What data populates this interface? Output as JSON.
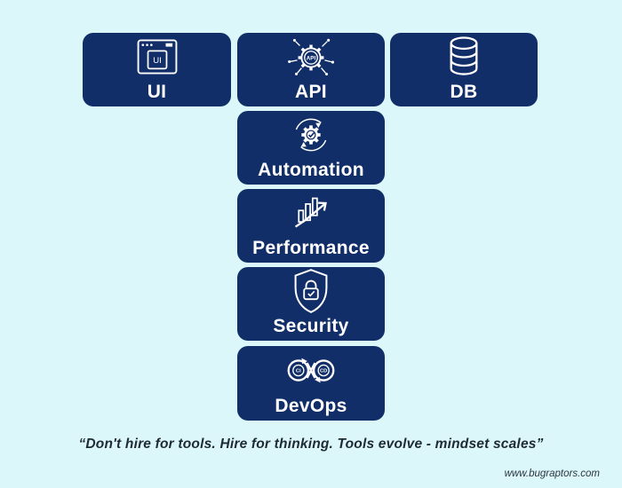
{
  "canvas": {
    "background_color": "#dcf7fa",
    "box_color": "#112e68",
    "label_color": "#ffffff"
  },
  "nodes": [
    {
      "label": "UI",
      "icon": "browser-window-icon"
    },
    {
      "label": "API",
      "icon": "api-gear-circuit-icon"
    },
    {
      "label": "DB",
      "icon": "database-cylinder-icon"
    },
    {
      "label": "Automation",
      "icon": "gear-check-cycle-icon"
    },
    {
      "label": "Performance",
      "icon": "bar-chart-arrow-icon"
    },
    {
      "label": "Security",
      "icon": "shield-lock-icon"
    },
    {
      "label": "DevOps",
      "icon": "ci-cd-infinity-icon"
    }
  ],
  "icon_text": {
    "ui_window": "UI",
    "api_gear": "API",
    "ci": "CI",
    "cd": "CD"
  },
  "footer": {
    "quote": "“Don't hire for tools. Hire for thinking. Tools evolve - mindset scales”",
    "watermark": "www.bugraptors.com"
  }
}
